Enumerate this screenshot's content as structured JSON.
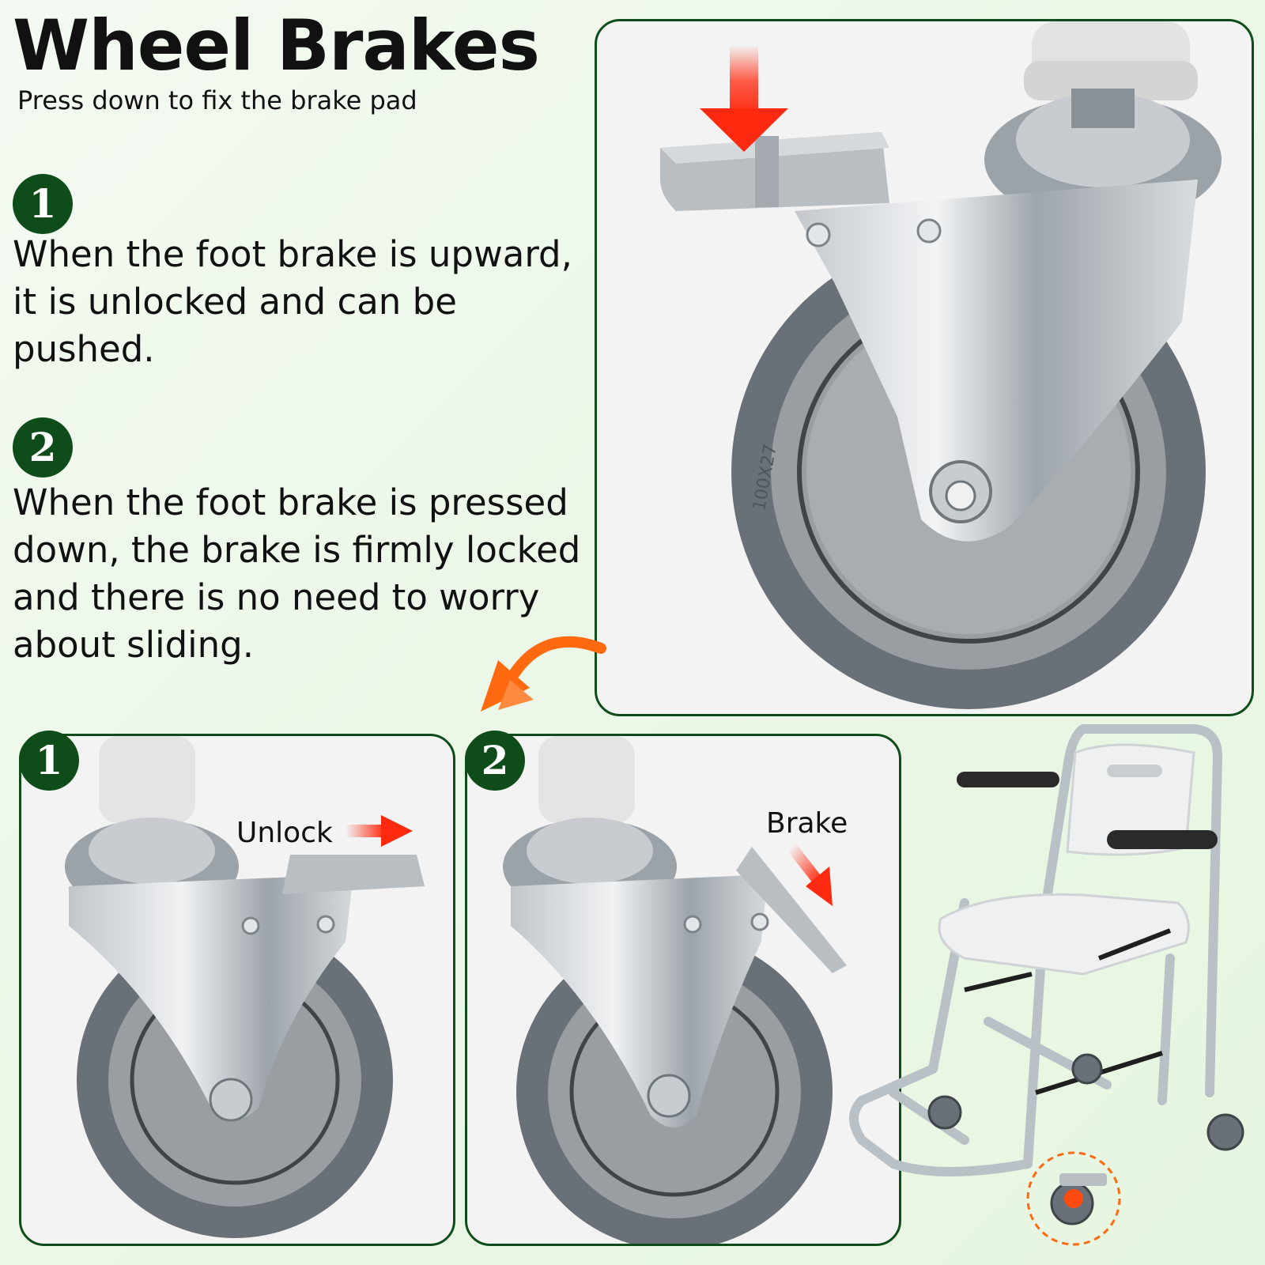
{
  "header": {
    "title": "Wheel Brakes",
    "subtitle": "Press down to fix the brake pad"
  },
  "steps": [
    {
      "number": "1",
      "text": "When the foot brake is upward, it is unlocked and can be pushed."
    },
    {
      "number": "2",
      "text": "When the foot brake is pressed down, the brake is firmly locked and there is no need to worry about sliding."
    }
  ],
  "main_image": {
    "tire_marking": "100X27"
  },
  "panels": [
    {
      "number": "1",
      "label": "Unlock"
    },
    {
      "number": "2",
      "label": "Brake"
    }
  ],
  "colors": {
    "badge_green": "#0e4d19",
    "arrow_red": "#ff2a10",
    "arrow_orange": "#ff6a10",
    "border_green": "#0e4d19"
  },
  "icons": {
    "press_arrow": "down-arrow-icon",
    "unlock_arrow": "right-arrow-icon",
    "brake_arrow": "diagonal-arrow-icon",
    "swoosh_arrow": "curved-arrow-icon"
  }
}
